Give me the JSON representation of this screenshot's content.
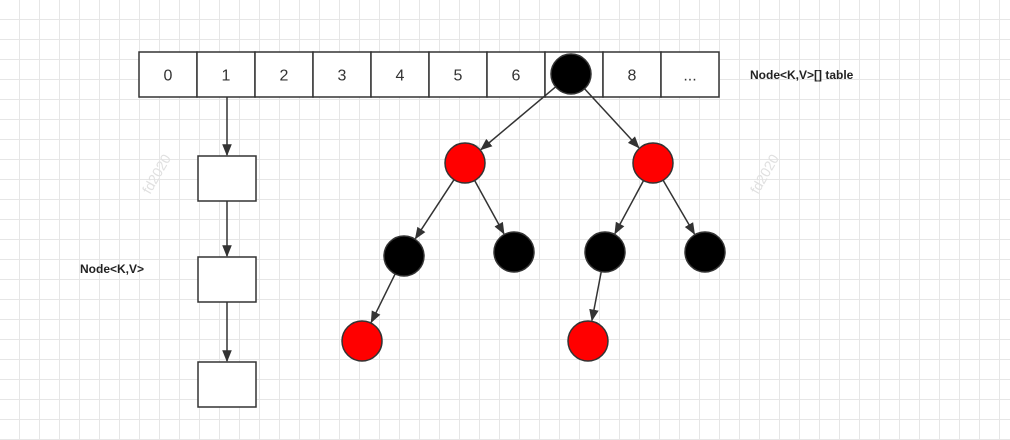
{
  "table": {
    "label": "Node<K,V>[] table",
    "cells": [
      "0",
      "1",
      "2",
      "3",
      "4",
      "5",
      "6",
      "",
      "8",
      "..."
    ]
  },
  "list": {
    "label": "Node<K,V>",
    "node_count": 3
  },
  "tree": {
    "nodes": [
      {
        "id": "root",
        "color": "black"
      },
      {
        "id": "l",
        "color": "red"
      },
      {
        "id": "r",
        "color": "red"
      },
      {
        "id": "ll",
        "color": "black"
      },
      {
        "id": "lr",
        "color": "black"
      },
      {
        "id": "rl",
        "color": "black"
      },
      {
        "id": "rr",
        "color": "black"
      },
      {
        "id": "lll",
        "color": "red"
      },
      {
        "id": "rll",
        "color": "red"
      }
    ],
    "edges": [
      [
        "root",
        "l"
      ],
      [
        "root",
        "r"
      ],
      [
        "l",
        "ll"
      ],
      [
        "l",
        "lr"
      ],
      [
        "r",
        "rl"
      ],
      [
        "r",
        "rr"
      ],
      [
        "ll",
        "lll"
      ],
      [
        "rl",
        "rll"
      ]
    ]
  },
  "colors": {
    "red": "#ff0000",
    "black": "#000000",
    "stroke": "#333333"
  },
  "watermark": "fd2020"
}
